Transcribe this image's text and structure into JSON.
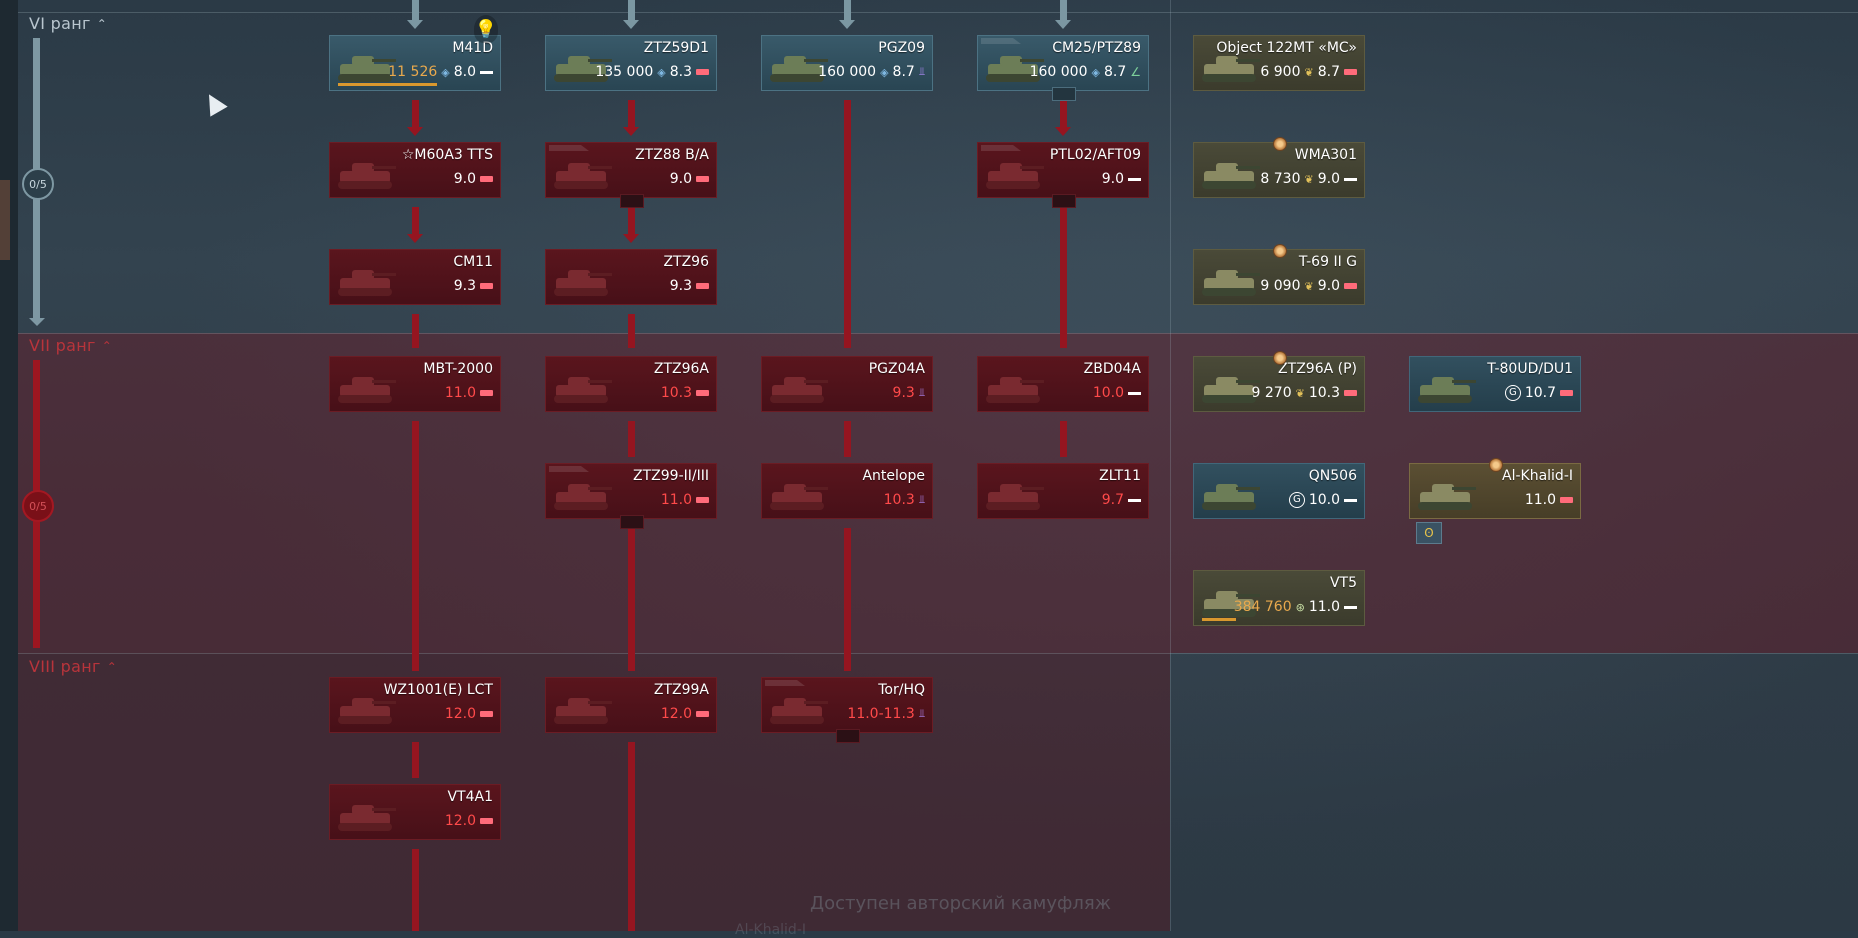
{
  "ranks": [
    {
      "label": "VI ранг",
      "progress": "0/5"
    },
    {
      "label": "VII ранг",
      "progress": "0/5"
    },
    {
      "label": "VIII ранг"
    }
  ],
  "vehicles": [
    {
      "id": "m41d",
      "name": "M41D",
      "cost": "11 526",
      "br": "8.0",
      "type": "light",
      "state": "researched",
      "cost_currency": "rp",
      "research_progress": 0.58
    },
    {
      "id": "ztz59d1",
      "name": "ZTZ59D1",
      "cost": "135 000",
      "br": "8.3",
      "type": "medium",
      "state": "researched",
      "cost_currency": "rp"
    },
    {
      "id": "pgz09",
      "name": "PGZ09",
      "cost": "160 000",
      "br": "8.7",
      "type": "aa",
      "state": "researched",
      "cost_currency": "rp"
    },
    {
      "id": "cm25",
      "name": "CM25/PTZ89",
      "cost": "160 000",
      "br": "8.7",
      "type": "spg",
      "state": "researched",
      "cost_currency": "rp"
    },
    {
      "id": "m60a3",
      "name": "☆M60A3 TTS",
      "br": "9.0",
      "type": "medium",
      "state": "locked"
    },
    {
      "id": "ztz88",
      "name": "ZTZ88 B/A",
      "br": "9.0",
      "type": "medium",
      "state": "locked"
    },
    {
      "id": "ptl02",
      "name": "PTL02/AFT09",
      "br": "9.0",
      "type": "light",
      "state": "locked"
    },
    {
      "id": "cm11",
      "name": "CM11",
      "br": "9.3",
      "type": "medium",
      "state": "locked"
    },
    {
      "id": "ztz96",
      "name": "ZTZ96",
      "br": "9.3",
      "type": "medium",
      "state": "locked"
    },
    {
      "id": "mbt2000",
      "name": "MBT-2000",
      "br": "11.0",
      "type": "medium",
      "state": "locked",
      "br_red": true
    },
    {
      "id": "ztz96a",
      "name": "ZTZ96A",
      "br": "10.3",
      "type": "medium",
      "state": "locked",
      "br_red": true
    },
    {
      "id": "pgz04a",
      "name": "PGZ04A",
      "br": "9.3",
      "type": "aa",
      "state": "locked",
      "br_red": true
    },
    {
      "id": "zbd04a",
      "name": "ZBD04A",
      "br": "10.0",
      "type": "light",
      "state": "locked",
      "br_red": true
    },
    {
      "id": "ztz99",
      "name": "ZTZ99-II/III",
      "br": "11.0",
      "type": "medium",
      "state": "locked",
      "br_red": true
    },
    {
      "id": "antelope",
      "name": "Antelope",
      "br": "10.3",
      "type": "aa",
      "state": "locked",
      "br_red": true
    },
    {
      "id": "zlt11",
      "name": "ZLT11",
      "br": "9.7",
      "type": "light",
      "state": "locked",
      "br_red": true
    },
    {
      "id": "wz1001",
      "name": "WZ1001(E) LCT",
      "br": "12.0",
      "type": "medium",
      "state": "locked",
      "br_red": true
    },
    {
      "id": "ztz99a",
      "name": "ZTZ99A",
      "br": "12.0",
      "type": "medium",
      "state": "locked",
      "br_red": true
    },
    {
      "id": "torhq",
      "name": "Tor/HQ",
      "br": "11.0-11.3",
      "type": "aa",
      "state": "locked",
      "br_red": true
    },
    {
      "id": "vt4a1",
      "name": "VT4A1",
      "br": "12.0",
      "type": "medium",
      "state": "locked",
      "br_red": true
    },
    {
      "id": "obj122",
      "name": "Object 122MT «MC»",
      "cost": "6 900",
      "br": "8.7",
      "type": "medium",
      "state": "premium",
      "cost_currency": "ge"
    },
    {
      "id": "wma301",
      "name": "WMA301",
      "cost": "8 730",
      "br": "9.0",
      "type": "light",
      "state": "premium",
      "cost_currency": "ge"
    },
    {
      "id": "t69",
      "name": "T-69 II G",
      "cost": "9 090",
      "br": "9.0",
      "type": "medium",
      "state": "premium",
      "cost_currency": "ge"
    },
    {
      "id": "ztz96ap",
      "name": "ZTZ96A (P)",
      "cost": "9 270",
      "br": "10.3",
      "type": "medium",
      "state": "premium",
      "cost_currency": "ge"
    },
    {
      "id": "t80ud",
      "name": "T-80UD/DU1",
      "br": "10.7",
      "type": "medium",
      "state": "squadron",
      "cost_currency": "sq"
    },
    {
      "id": "qn506",
      "name": "QN506",
      "br": "10.0",
      "type": "light",
      "state": "squadron",
      "cost_currency": "sq"
    },
    {
      "id": "alkhalid",
      "name": "Al-Khalid-I",
      "br": "11.0",
      "type": "medium",
      "state": "gold"
    },
    {
      "id": "vt5",
      "name": "VT5",
      "cost": "384 760",
      "br": "11.0",
      "type": "light",
      "state": "premium",
      "cost_currency": "sq_progress",
      "research_progress": 0.2
    }
  ],
  "footer": {
    "camo_line1": "Доступен авторский камуфляж",
    "camo_line2": "Al-Khalid-I"
  },
  "colors": {
    "researched_line": "#7b97a2",
    "locked_line": "#951520",
    "progress_orange": "#d9982e"
  }
}
